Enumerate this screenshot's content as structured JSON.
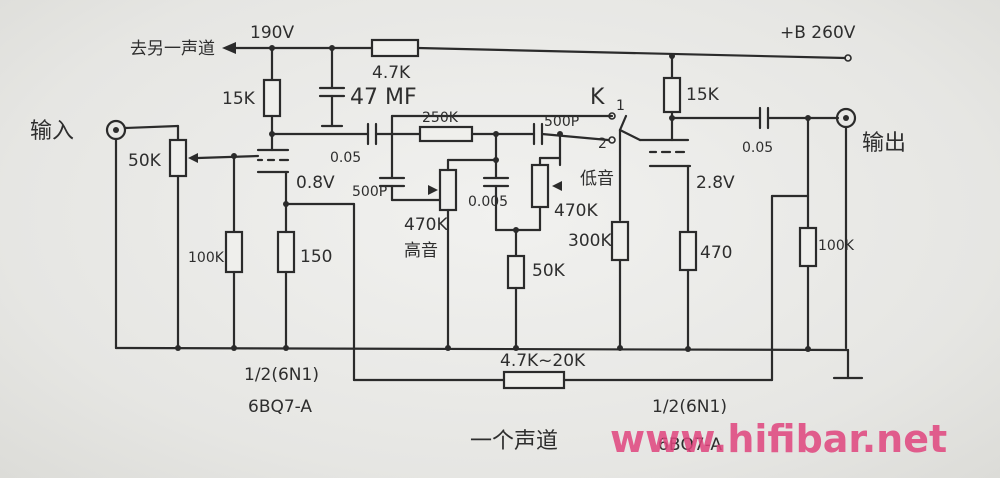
{
  "labels": {
    "to_other_channel": "去另一声道",
    "v190": "190V",
    "b260": "+B 260V",
    "r47k_top": "4.7K",
    "r15k_left": "15K",
    "cap_47uf": "47 MF",
    "input": "输入",
    "pot_50k": "50K",
    "c005_left": "0.05",
    "r250k": "250K",
    "c500p_top": "500P",
    "switch_k": "K",
    "sw_1": "1",
    "sw_2": "2",
    "r15k_right": "15K",
    "c005_right": "0.05",
    "output": "输出",
    "v08": "0.8V",
    "c500p_left": "500P",
    "c0005": "0.005",
    "bass": "低音",
    "r470k_bass": "470K",
    "r470k_treble": "470K",
    "treble": "高音",
    "v28": "2.8V",
    "r100k_left": "100K",
    "r150": "150",
    "r300k": "300K",
    "r470": "470",
    "r100k_right": "100K",
    "r50k_mid": "50K",
    "r_feedback": "4.7K~20K",
    "tube_left_half": "1/2(6N1)",
    "tube_left_alt": "6BQ7-A",
    "tube_right_half": "1/2(6N1)",
    "tube_right_alt": "6BQ7-A",
    "caption": "一个声道",
    "watermark": "www.hifibar.net"
  }
}
